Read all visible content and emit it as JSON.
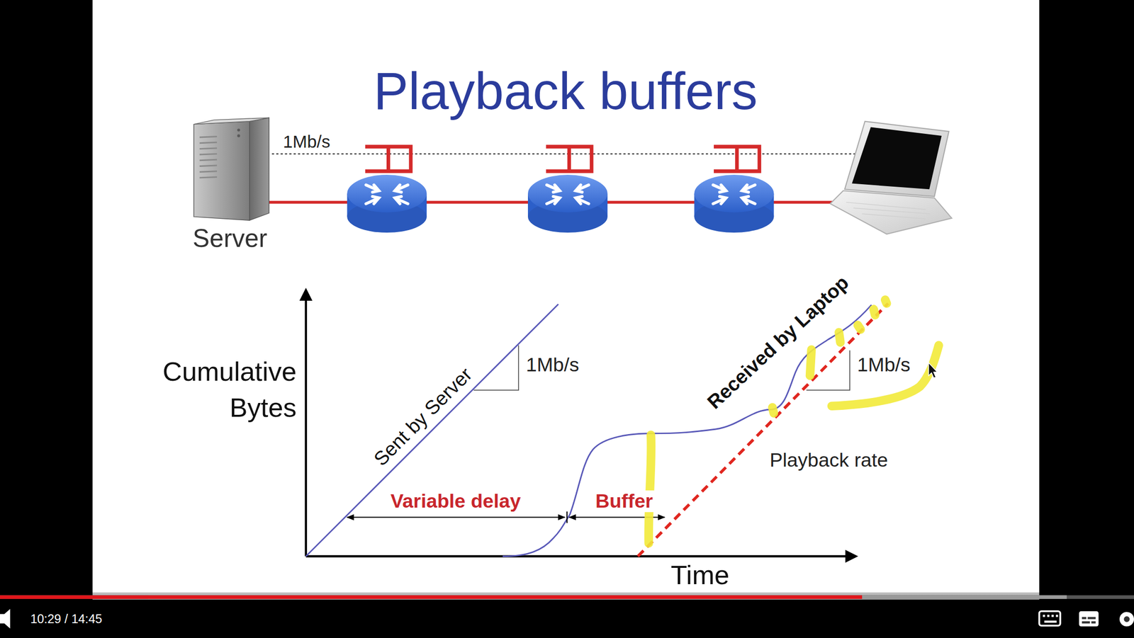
{
  "diagram": {
    "title": "Playback buffers",
    "nodes": [
      {
        "text": [
          "Server"
        ]
      }
    ],
    "labels": [
      "1Mb/s",
      "Cumulative Bytes",
      "Sent by Server",
      "1Mb/s",
      "Variable delay",
      "Buffer",
      "Received by Laptop",
      "1Mb/s",
      "Playback rate",
      "Time",
      "10:29 / 14:45"
    ]
  }
}
